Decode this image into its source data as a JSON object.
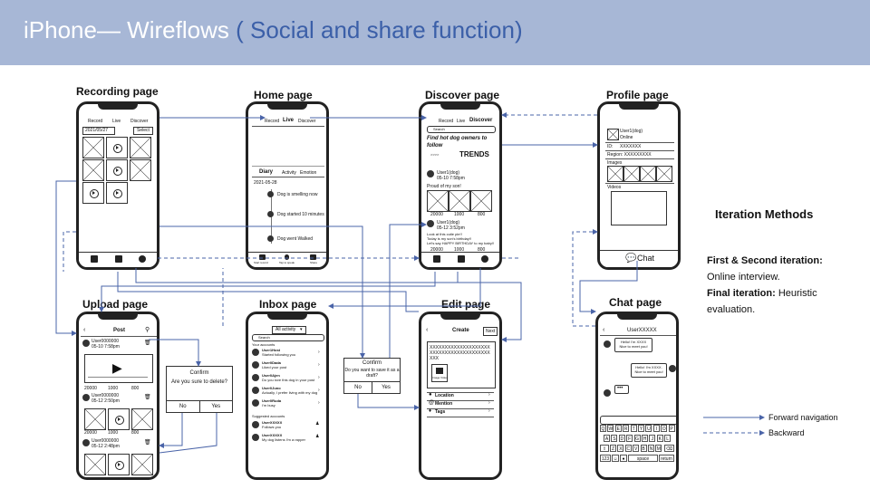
{
  "header": {
    "title_main": "iPhone— Wireflows",
    "title_sub": "( Social and share function)"
  },
  "page_labels": {
    "recording": "Recording page",
    "home": "Home page",
    "discover": "Discover page",
    "profile": "Profile page",
    "upload": "Upload page",
    "inbox": "Inbox page",
    "edit": "Edit page",
    "chat": "Chat page"
  },
  "recording": {
    "tabs": [
      "Record",
      "Live",
      "Discover"
    ],
    "date": "2021/05/27",
    "select": "Select"
  },
  "home": {
    "tabs": [
      "Record",
      "Live",
      "Discover"
    ],
    "tabs2": [
      "Diary",
      "Activity",
      "Emotion"
    ],
    "date": "2021-05-28",
    "entries": [
      "Dog is smelling now",
      "Dog started 10 minutes",
      "Dog went Walked"
    ],
    "toolbar": [
      "Start record",
      "Tap to speak",
      "Share"
    ]
  },
  "discover": {
    "tabs": [
      "Record",
      "Live",
      "Discover"
    ],
    "search": "Search",
    "headline": "Find hot dog owners to follow",
    "trends": "TRENDS",
    "post1_user": "User1(dog)",
    "post1_time": "05-10 7:58pm",
    "post1_caption": "Proud of my son!",
    "post2_user": "User1(dog)",
    "post2_time": "05-12 3:52pm",
    "post2_lines": [
      "Look at this cutie pie!!",
      "Today is my son's birthday!!",
      "Let's say HAPPY BIRTHDAY to my baby!!"
    ],
    "stats": [
      "20000",
      "1000",
      "800"
    ]
  },
  "profile": {
    "user": "User1(dog)",
    "status": "Online",
    "id_label": "ID:",
    "id_value": "XXXXXXX",
    "region": "Region: XXXXXXXXX",
    "images_label": "Images",
    "videos_label": "Videos",
    "chat": "Chat"
  },
  "upload": {
    "title": "Post",
    "posts": [
      {
        "user": "User0000000",
        "time": "05-10 7:58pm"
      },
      {
        "user": "User0000000",
        "time": "05-12 2:50pm"
      },
      {
        "user": "User0000000",
        "time": "05-12 2:48pm"
      }
    ],
    "stats": [
      "20000",
      "1000",
      "800"
    ],
    "confirm_title": "Confirm",
    "confirm_text": "Are you sure to delete?",
    "no": "No",
    "yes": "Yes"
  },
  "inbox": {
    "dropdown": "All activity",
    "search": "Search",
    "section1": "Your accounts",
    "items": [
      {
        "name": "User1Host",
        "text": "Started following you"
      },
      {
        "name": "User0Dada",
        "text": "Liked your post"
      },
      {
        "name": "User0Ajen",
        "text": "Do you love this dog in your post"
      },
      {
        "name": "User0Juno",
        "text": "Actually, I prefer living with my dog"
      },
      {
        "name": "User0Ruda",
        "text": "I'm busy"
      }
    ],
    "section2": "Suggested accounts",
    "suggested": [
      {
        "name": "UserXXXXX",
        "text": "Follows you"
      },
      {
        "name": "UserXXXXX",
        "text": "My dog listens I'm a rapper"
      }
    ]
  },
  "edit": {
    "title": "Create",
    "next": "Next",
    "text": "XXXXXXXXXXXXXXXXXXXXXXXXXXXXXXXXXXXXXXXXXXX",
    "add_label": "Image Video",
    "rows": [
      "Location",
      "Mention",
      "Tags"
    ],
    "confirm_title": "Confirm",
    "confirm_text": "Do you want to save it as a draft?",
    "no": "No",
    "yes": "Yes"
  },
  "chat": {
    "user": "UserXXXXX",
    "msg1": "Hello! I'm XXXX Nice to meet you!",
    "msg2": "Hello! I'm XXXX. Nice to meet you!",
    "typing": "•••",
    "row1": [
      "Q",
      "W",
      "E",
      "R",
      "T",
      "Y",
      "U",
      "I",
      "O",
      "P"
    ],
    "row2": [
      "A",
      "S",
      "D",
      "F",
      "G",
      "H",
      "J",
      "K",
      "L"
    ],
    "row3": [
      "Z",
      "X",
      "C",
      "V",
      "B",
      "N",
      "M"
    ],
    "numkey": "123",
    "space": "space",
    "return": "return"
  },
  "iteration": {
    "title": "Iteration Methods",
    "line1_bold": "First  & Second iteration:",
    "line1_text": "Online interview.",
    "line2_bold": "Final iteration:",
    "line2_text": "Heuristic",
    "line3_text": "evaluation."
  },
  "legend": {
    "forward": "Forward navigation",
    "backward": "Backward"
  },
  "colors": {
    "banner": "#a7b7d6",
    "banner_sub": "#3b5fa8",
    "arrow": "#4a64a8"
  }
}
